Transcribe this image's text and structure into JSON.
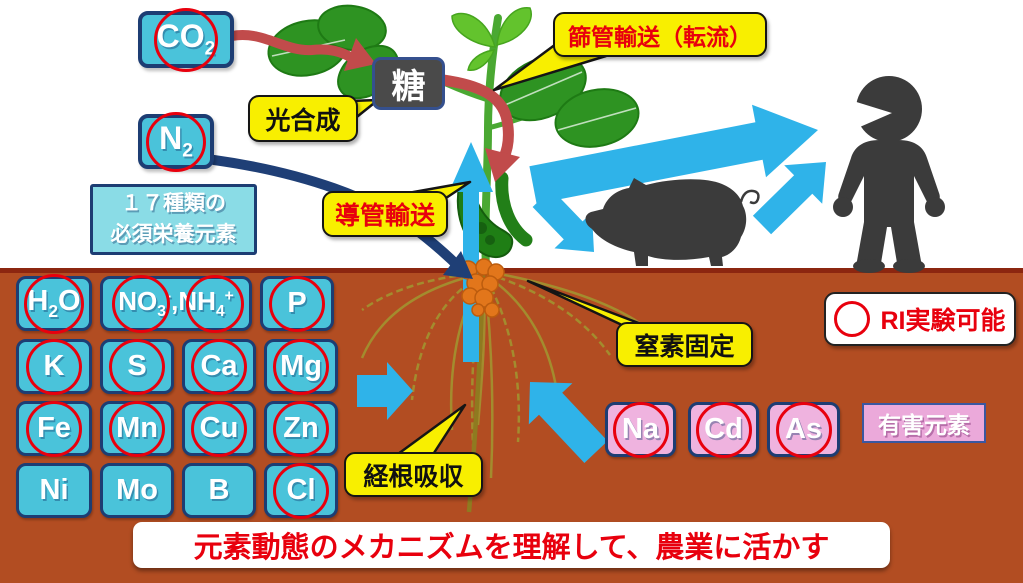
{
  "boxes": {
    "co2": {
      "main": "CO",
      "sub": "2"
    },
    "n2": {
      "main": "N",
      "sub": "2"
    },
    "sugar": "糖",
    "essential": {
      "line1": "１７種類の",
      "line2": "必須栄養元素"
    }
  },
  "bubbles": {
    "photosynthesis": "光合成",
    "phloem_transport": "篩管輸送（転流）",
    "xylem_transport": "導管輸送",
    "nitrogen_fixation": "窒素固定",
    "root_uptake": "経根吸収"
  },
  "ri_legend": {
    "label": "RI実験可能"
  },
  "element_grid": {
    "h2o": {
      "p1": "H",
      "s1": "2",
      "p2": "O"
    },
    "nitrate_ammonium": {
      "p1": "NO",
      "s1": "3",
      "sup1": "-",
      "comma": ",",
      "p2": "NH",
      "s2": "4",
      "sup2": "+"
    },
    "p": "P",
    "row2": [
      "K",
      "S",
      "Ca",
      "Mg"
    ],
    "row3": [
      "Fe",
      "Mn",
      "Cu",
      "Zn"
    ],
    "row4": [
      "Ni",
      "Mo",
      "B",
      "Cl"
    ]
  },
  "harmful": {
    "elements": [
      "Na",
      "Cd",
      "As"
    ],
    "label": "有害元素"
  },
  "banner": "元素動態のメカニズムを理解して、農業に活かす",
  "colors": {
    "soil": "#b24d22",
    "cell_cyan": "#4ac3da",
    "navy_border": "#1d3d73",
    "label_yellow": "#f8ef00",
    "accent_red": "#e8000d",
    "arrow_blue": "#2fb3e9",
    "harmful_pink": "#efb3df",
    "silhouette_gray": "#3b3b3b"
  }
}
